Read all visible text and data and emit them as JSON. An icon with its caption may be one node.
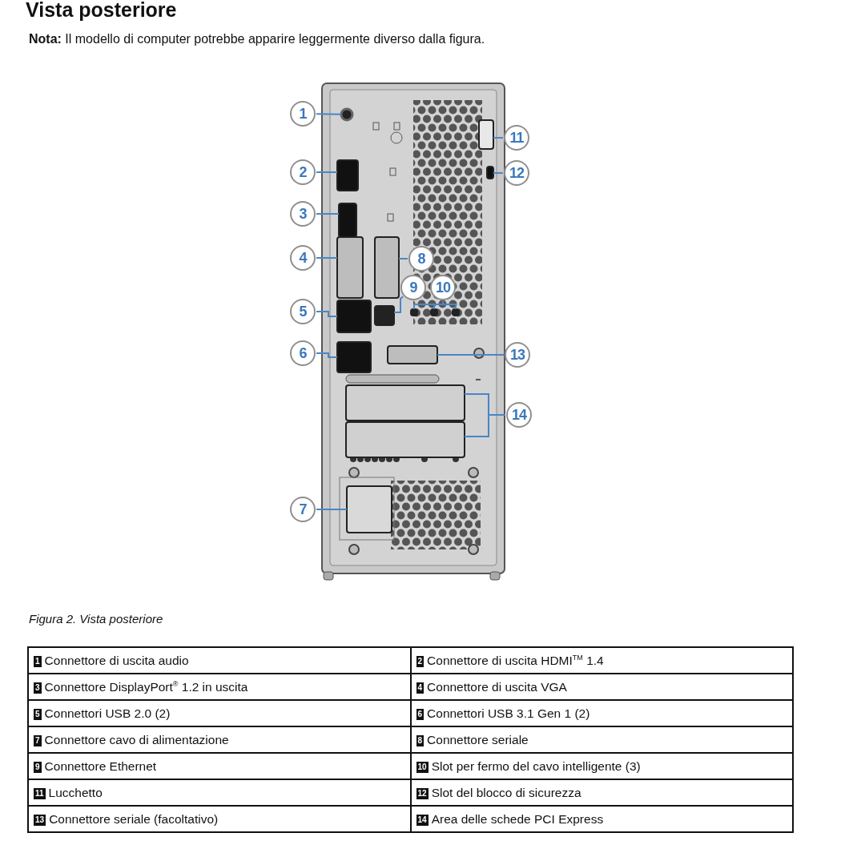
{
  "diagram": {
    "title": "Vista posteriore",
    "caption": "Figura 2. Vista posteriore",
    "nodes": [
      {
        "text": [
          "1"
        ]
      },
      {
        "text": [
          "2"
        ]
      },
      {
        "text": [
          "3"
        ]
      },
      {
        "text": [
          "4"
        ]
      },
      {
        "text": [
          "5"
        ]
      },
      {
        "text": [
          "6"
        ]
      },
      {
        "text": [
          "7"
        ]
      },
      {
        "text": [
          "8"
        ]
      },
      {
        "text": [
          "9"
        ]
      },
      {
        "text": [
          "10"
        ]
      },
      {
        "text": [
          "11"
        ]
      },
      {
        "text": [
          "12"
        ]
      },
      {
        "text": [
          "13"
        ]
      },
      {
        "text": [
          "14"
        ]
      },
      {
        "text": [],
        "shape": "circle"
      },
      {
        "text": [],
        "shape": "box"
      },
      {
        "text": [],
        "shape": "box"
      },
      {
        "text": [],
        "shape": "box"
      },
      {
        "text": [],
        "shape": "box"
      },
      {
        "text": [],
        "shape": "box"
      },
      {
        "text": [],
        "shape": "box"
      },
      {
        "text": [],
        "shape": "box"
      },
      {
        "text": [],
        "shape": "box"
      },
      {
        "text": [],
        "shape": "box"
      },
      {
        "text": [],
        "shape": "box"
      },
      {
        "text": [],
        "shape": "box"
      },
      {
        "text": [],
        "shape": "box"
      },
      {
        "text": [],
        "shape": "box"
      },
      {
        "text": [],
        "shape": "box"
      },
      {
        "text": [],
        "shape": "box"
      },
      {
        "text": [],
        "shape": "box"
      }
    ],
    "edges": [
      {
        "from": 0,
        "to": 14,
        "arrow": "none"
      },
      {
        "from": 1,
        "to": 16,
        "arrow": "none"
      },
      {
        "from": 2,
        "to": 18,
        "arrow": "none"
      },
      {
        "from": 3,
        "to": 19,
        "arrow": "none"
      },
      {
        "from": 4,
        "to": 25,
        "arrow": "none"
      },
      {
        "from": 5,
        "to": 26,
        "arrow": "none"
      },
      {
        "from": 6,
        "to": 30,
        "arrow": "none"
      },
      {
        "from": 7,
        "to": 20,
        "arrow": "none"
      },
      {
        "from": 8,
        "to": 21,
        "arrow": "none"
      },
      {
        "from": 9,
        "to": 22,
        "arrow": "none"
      },
      {
        "from": 9,
        "to": 23,
        "arrow": "none"
      },
      {
        "from": 9,
        "to": 24,
        "arrow": "none"
      },
      {
        "from": 10,
        "to": 15,
        "arrow": "none"
      },
      {
        "from": 11,
        "to": 17,
        "arrow": "none"
      },
      {
        "from": 12,
        "to": 27,
        "arrow": "none"
      },
      {
        "from": 13,
        "to": 28,
        "arrow": "none"
      },
      {
        "from": 13,
        "to": 29,
        "arrow": "none"
      }
    ],
    "labels": [
      "**Nota:** Il modello di computer potrebbe apparire leggermente diverso dalla figura.",
      "1",
      "Connettore di uscita audio",
      "2",
      "Connettore di uscita HDMI$^{TM}$ 1.4",
      "3",
      "Connettore DisplayPort$^{®}$ 1.2 in uscita",
      "4",
      "Connettore di uscita VGA",
      "5",
      "Connettori USB 2.0 (2)",
      "6",
      "Connettori USB 3.1 Gen 1 (2)",
      "7",
      "Connettore cavo di alimentazione",
      "8",
      "Connettore seriale",
      "9",
      "Connettore Ethernet",
      "10",
      "Slot per fermo del cavo intelligente (3)",
      "11",
      "Lucchetto",
      "12",
      "Slot del blocco di sicurezza",
      "13",
      "Connettore seriale (facoltativo)",
      "14",
      "Area delle schede PCI Express"
    ]
  }
}
